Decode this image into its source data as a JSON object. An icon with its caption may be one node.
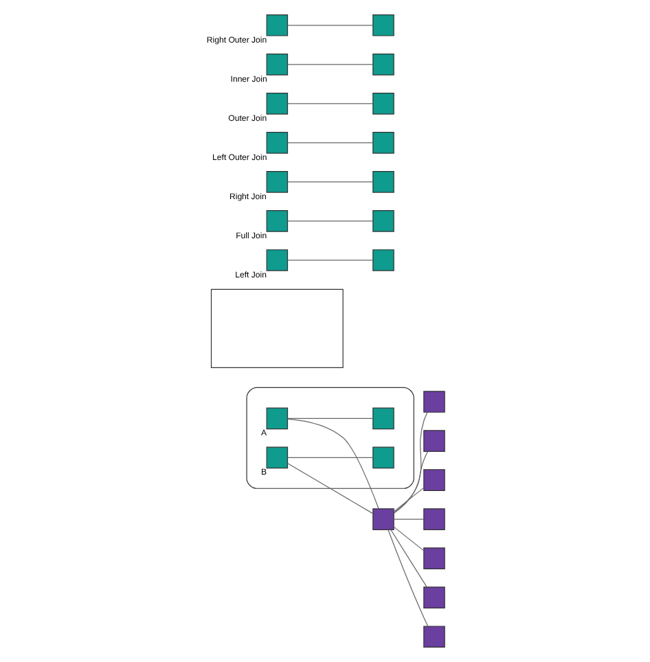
{
  "diagram": {
    "nodes": [
      {
        "text": [],
        "shape": "box"
      },
      {
        "text": [],
        "shape": "box",
        "in": 0,
        "beside": [
          "A"
        ]
      },
      {
        "text": [],
        "shape": "box",
        "in": 0
      },
      {
        "text": [],
        "shape": "box",
        "in": 0,
        "beside": [
          "B"
        ]
      },
      {
        "text": [],
        "shape": "box",
        "in": 0
      },
      {
        "text": [],
        "shape": "box"
      },
      {
        "text": [],
        "shape": "box"
      },
      {
        "text": [],
        "shape": "box"
      },
      {
        "text": [],
        "shape": "box"
      },
      {
        "text": [],
        "shape": "box"
      },
      {
        "text": [],
        "shape": "box"
      },
      {
        "text": [],
        "shape": "box"
      },
      {
        "text": [],
        "shape": "box"
      },
      {
        "text": [],
        "shape": "box"
      },
      {
        "text": [],
        "shape": "box",
        "beside": [
          "Left Join"
        ]
      },
      {
        "text": [],
        "shape": "box"
      },
      {
        "text": [],
        "shape": "box",
        "beside": [
          "Full Join"
        ]
      },
      {
        "text": [],
        "shape": "box"
      },
      {
        "text": [],
        "shape": "box",
        "beside": [
          "Right Join"
        ]
      },
      {
        "text": [],
        "shape": "box"
      },
      {
        "text": [],
        "shape": "box",
        "beside": [
          "Left Outer Join"
        ]
      },
      {
        "text": [],
        "shape": "box"
      },
      {
        "text": [],
        "shape": "box",
        "beside": [
          "Outer Join"
        ]
      },
      {
        "text": [],
        "shape": "box"
      },
      {
        "text": [],
        "shape": "box",
        "beside": [
          "Inner Join"
        ]
      },
      {
        "text": [],
        "shape": "box"
      },
      {
        "text": [],
        "shape": "box",
        "beside": [
          "Right Outer Join"
        ]
      },
      {
        "text": [],
        "shape": "box"
      }
    ],
    "edges": [
      {
        "from": 1,
        "to": 2,
        "arrow": "none"
      },
      {
        "from": 3,
        "to": 4,
        "arrow": "none"
      },
      {
        "from": 1,
        "to": 6,
        "arrow": "none"
      },
      {
        "from": 3,
        "to": 6,
        "arrow": "none"
      },
      {
        "from": 6,
        "to": 7,
        "arrow": "none"
      },
      {
        "from": 6,
        "to": 8,
        "arrow": "none"
      },
      {
        "from": 6,
        "to": 9,
        "arrow": "none"
      },
      {
        "from": 6,
        "to": 10,
        "arrow": "none"
      },
      {
        "from": 6,
        "to": 11,
        "arrow": "none"
      },
      {
        "from": 6,
        "to": 12,
        "arrow": "none"
      },
      {
        "from": 6,
        "to": 13,
        "arrow": "none"
      },
      {
        "from": 14,
        "to": 15,
        "arrow": "none"
      },
      {
        "from": 16,
        "to": 17,
        "arrow": "none"
      },
      {
        "from": 18,
        "to": 19,
        "arrow": "none"
      },
      {
        "from": 20,
        "to": 21,
        "arrow": "none"
      },
      {
        "from": 22,
        "to": 23,
        "arrow": "none"
      },
      {
        "from": 24,
        "to": 25,
        "arrow": "none"
      },
      {
        "from": 26,
        "to": 27,
        "arrow": "none"
      }
    ]
  }
}
